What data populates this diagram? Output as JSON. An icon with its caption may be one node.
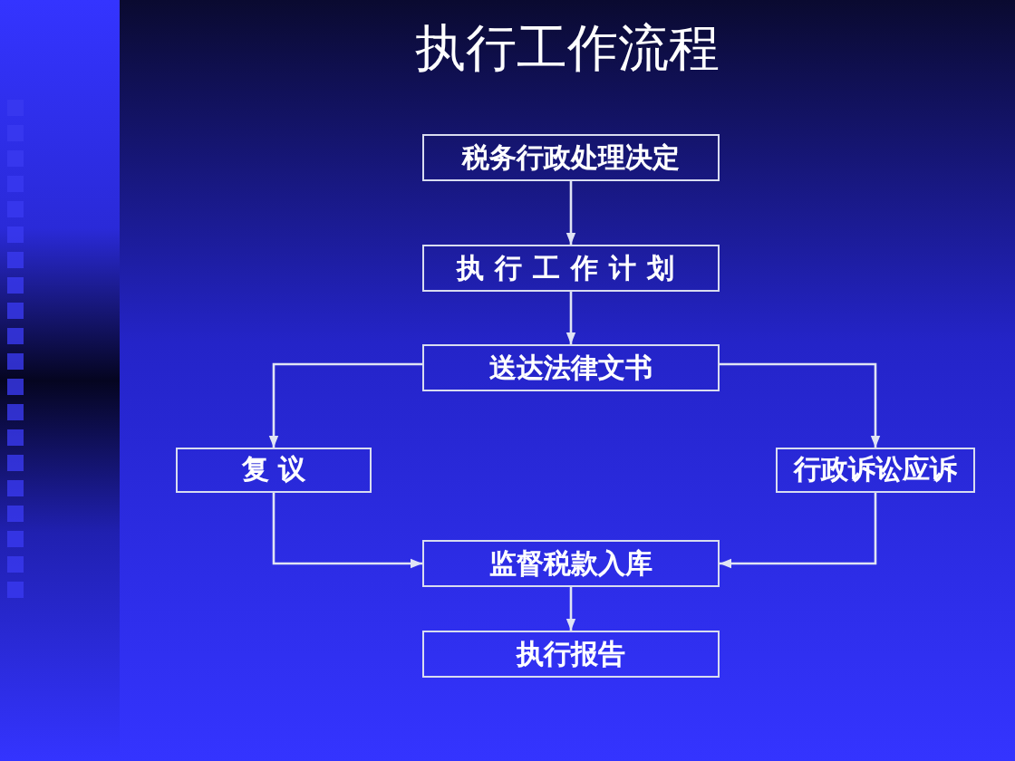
{
  "diagram": {
    "title": "执行工作流程",
    "nodes": [
      {
        "text": [
          "税务行政处理决定"
        ]
      },
      {
        "text": [
          "执行工作计划"
        ]
      },
      {
        "text": [
          "送达法律文书"
        ]
      },
      {
        "text": [
          "复 议"
        ]
      },
      {
        "text": [
          "行政诉讼应诉"
        ]
      },
      {
        "text": [
          "监督税款入库"
        ]
      },
      {
        "text": [
          "执行报告"
        ]
      }
    ],
    "edges": [
      {
        "from": 0,
        "to": 1,
        "arrow": "to"
      },
      {
        "from": 1,
        "to": 2,
        "arrow": "to"
      },
      {
        "from": 2,
        "to": 3,
        "arrow": "to"
      },
      {
        "from": 2,
        "to": 4,
        "arrow": "to"
      },
      {
        "from": 3,
        "to": 5,
        "arrow": "to"
      },
      {
        "from": 4,
        "to": 5,
        "arrow": "to"
      },
      {
        "from": 5,
        "to": 6,
        "arrow": "to"
      }
    ]
  }
}
